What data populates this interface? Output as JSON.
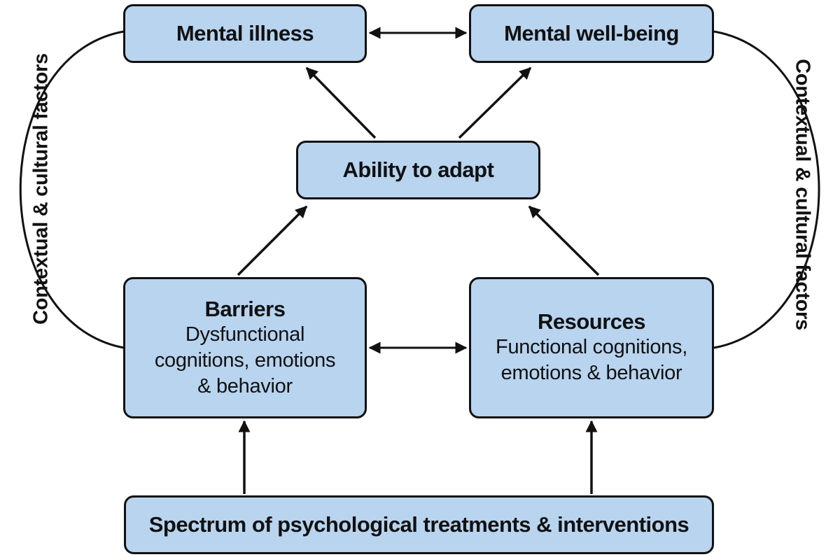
{
  "nodes": {
    "mental_illness": {
      "title": "Mental illness"
    },
    "mental_wellbeing": {
      "title": "Mental well-being"
    },
    "ability": {
      "title": "Ability to adapt"
    },
    "barriers": {
      "title": "Barriers",
      "lines": [
        "Dysfunctional",
        "cognitions, emotions",
        "& behavior"
      ]
    },
    "resources": {
      "title": "Resources",
      "lines": [
        "Functional cognitions,",
        "emotions & behavior"
      ]
    },
    "treatments": {
      "title": "Spectrum of psychological treatments & interventions"
    }
  },
  "side_labels": {
    "left": "Contextual & cultural factors",
    "right": "Contextual & cultural factors"
  },
  "colors": {
    "box_fill": "#b8d4ef",
    "stroke": "#111111",
    "background": "#ffffff"
  }
}
